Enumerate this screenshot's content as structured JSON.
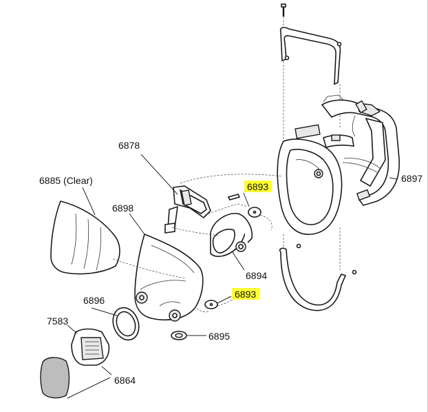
{
  "labels": {
    "p6878": "6878",
    "p6885": "6885 (Clear)",
    "p6898": "6898",
    "p6893_top": "6893",
    "p6894": "6894",
    "p6893_bottom": "6893",
    "p6896": "6896",
    "p7583": "7583",
    "p6895": "6895",
    "p6864": "6864",
    "p6897": "6897"
  },
  "colors": {
    "highlight": "#ffff33",
    "line": "#1a1a1a",
    "frame_edge": "#c8c8c8"
  }
}
